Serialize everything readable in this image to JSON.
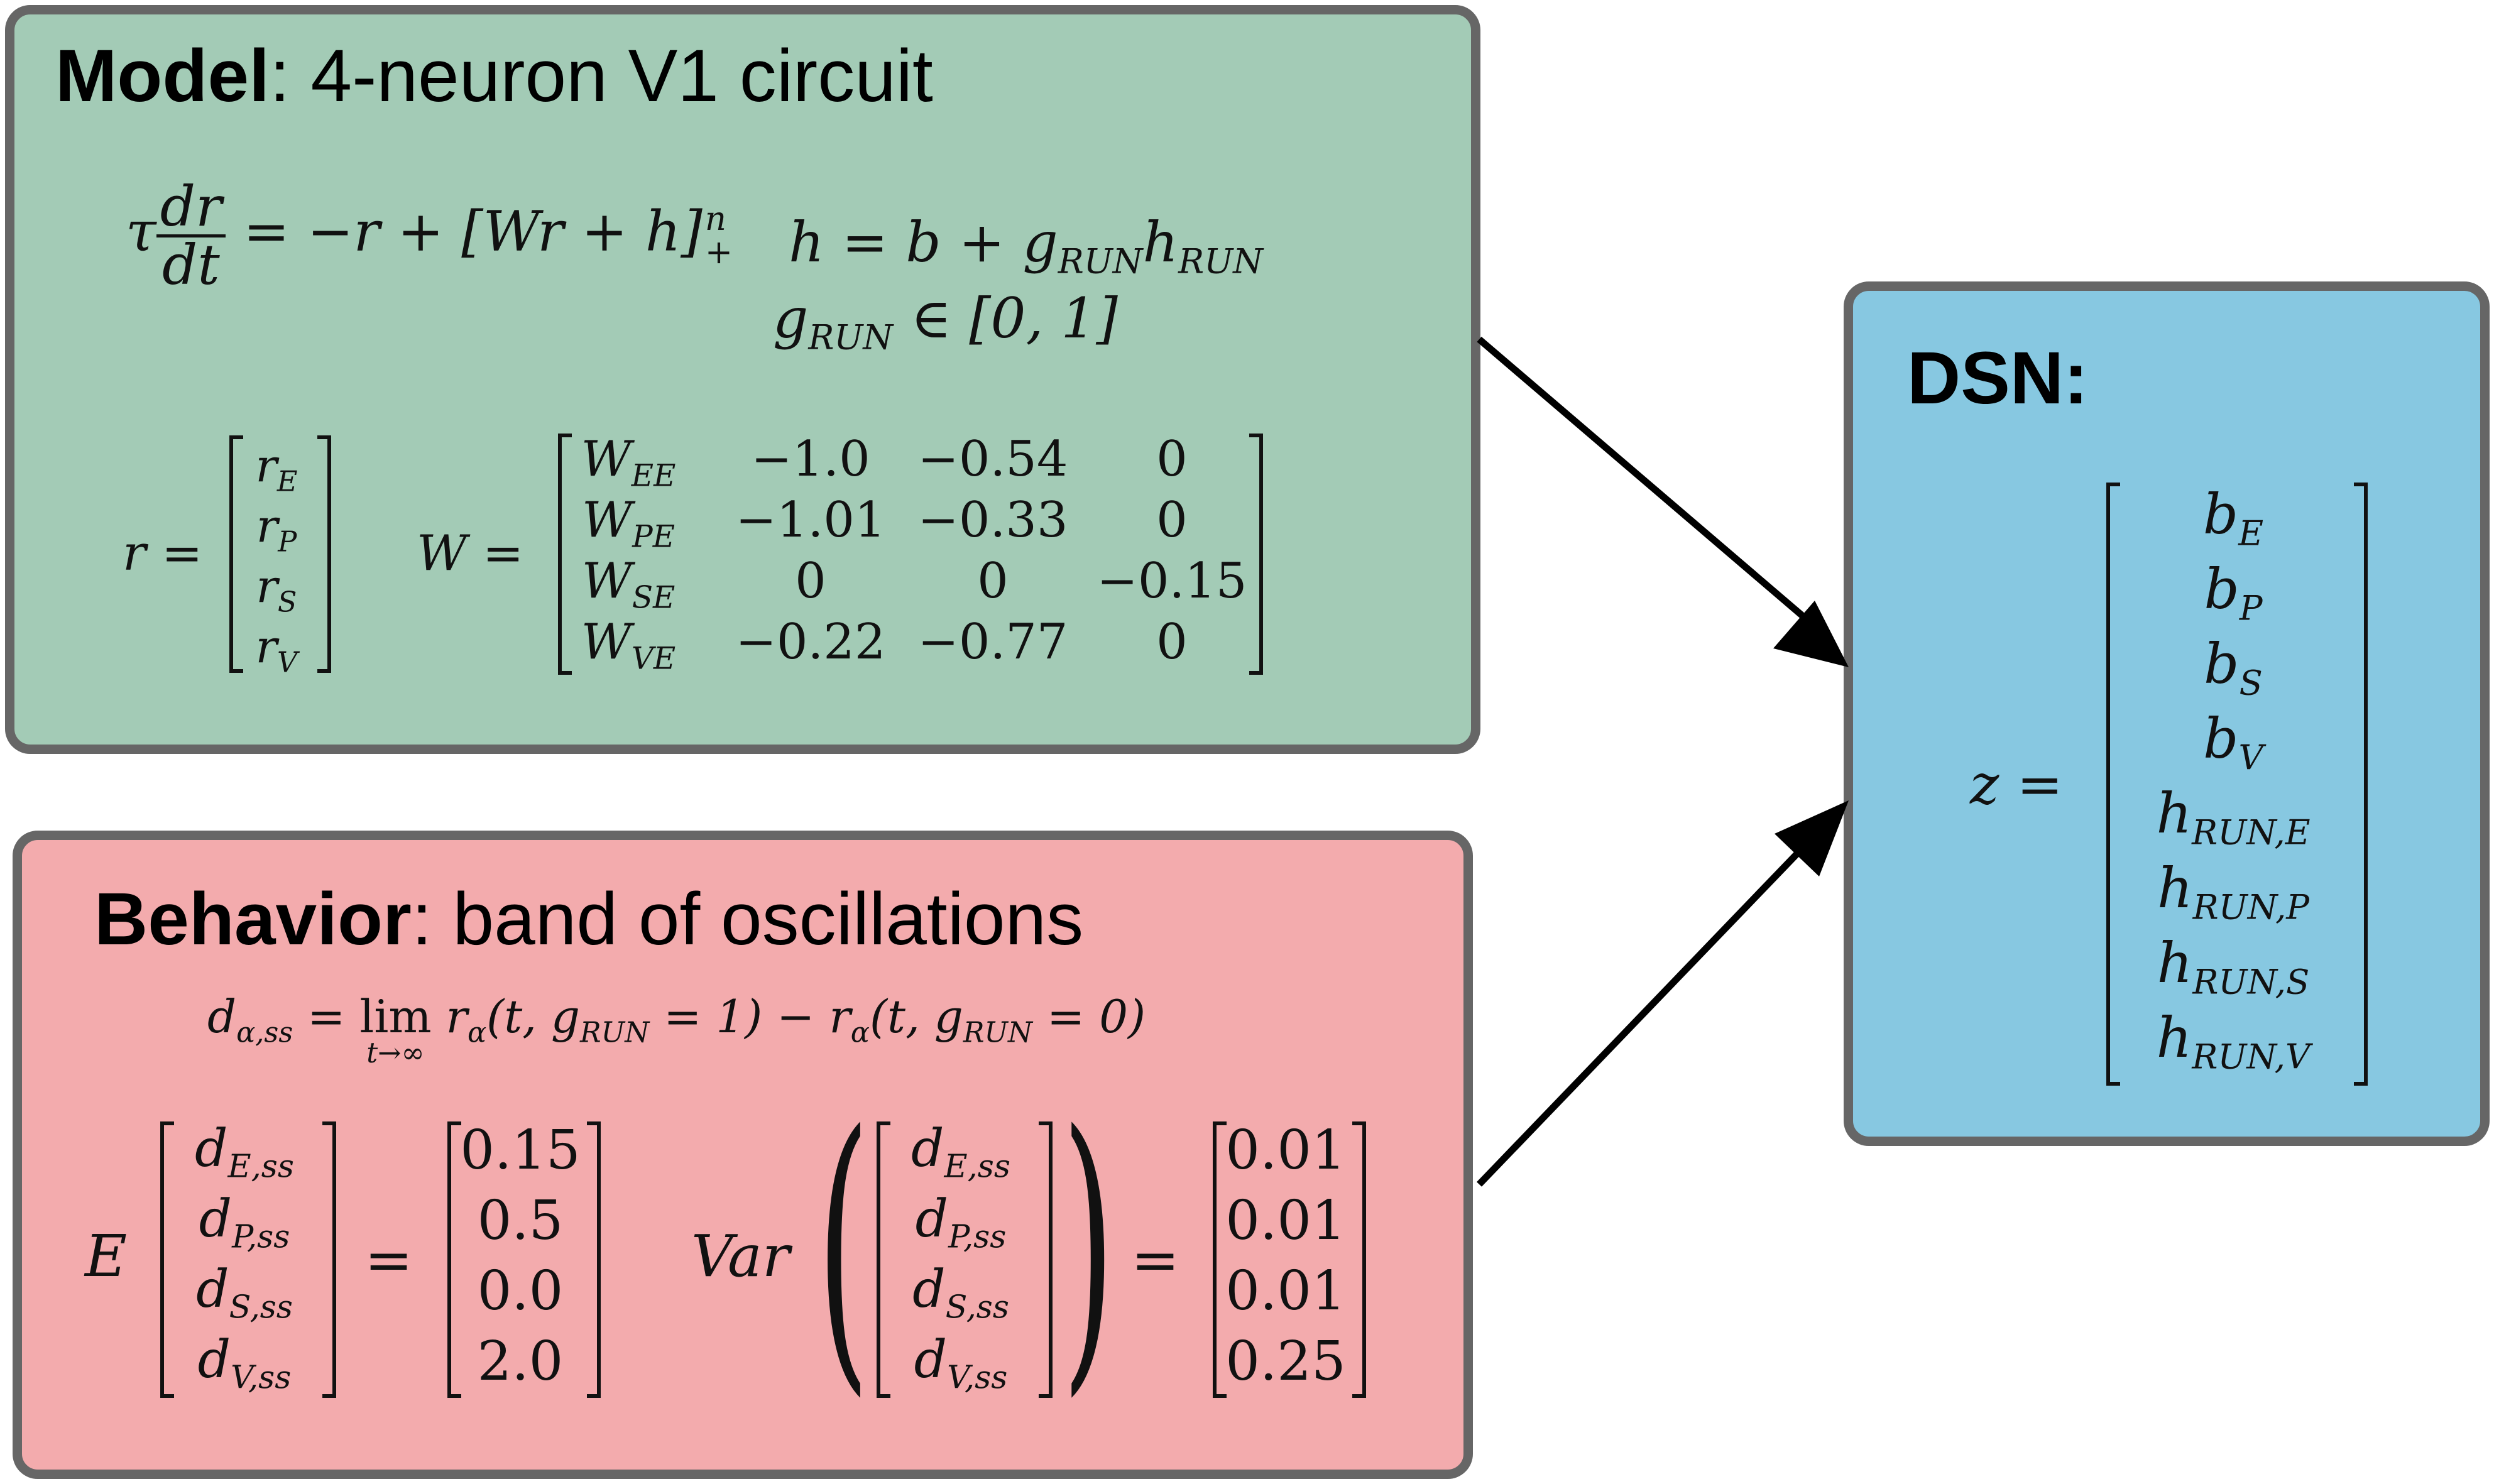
{
  "model": {
    "title_bold": "Model",
    "title_rest": ": 4-neuron V1 circuit",
    "eq_tau": "τ",
    "eq_num": "dr",
    "eq_den": "dt",
    "eq_rhs": "= −r + [Wr + h]",
    "eq_sup": "n",
    "eq_sub": "+",
    "h_eq_lhs": "h = b + g",
    "h_eq_sub1": "RUN",
    "h_eq_mid": "h",
    "h_eq_sub2": "RUN",
    "g_lhs": "g",
    "g_sub": "RUN",
    "g_rhs": "∈ [0, 1]",
    "r_label": "r =",
    "r_vector": [
      "r",
      "r",
      "r",
      "r"
    ],
    "r_vector_subs": [
      "E",
      "P",
      "S",
      "V"
    ],
    "W_label": "W =",
    "W_first_col": [
      "W",
      "W",
      "W",
      "W"
    ],
    "W_first_col_subs": [
      "EE",
      "PE",
      "SE",
      "VE"
    ],
    "W_rows": [
      [
        "−1.0",
        "−0.54",
        "0"
      ],
      [
        "−1.01",
        "−0.33",
        "0"
      ],
      [
        "0",
        "0",
        "−0.15"
      ],
      [
        "−0.22",
        "−0.77",
        "0"
      ]
    ]
  },
  "behavior": {
    "title_bold": "Behavior",
    "title_rest": ": band of oscillations",
    "d_lhs": "d",
    "d_lhs_sub": "α,ss",
    "d_eq": "=",
    "lim": "lim",
    "lim_sub": "t→∞",
    "d_rhs1": "r",
    "d_rhs1_sub": "α",
    "d_rhs1_args": "(t, g",
    "d_rhs1_g_sub": "RUN",
    "d_rhs1_end": "= 1) − r",
    "d_rhs2_sub": "α",
    "d_rhs2_args": "(t, g",
    "d_rhs2_g_sub": "RUN",
    "d_rhs2_end": "= 0)",
    "E_label": "E",
    "Var_label": "Var",
    "equals": "=",
    "d_vector": [
      "d",
      "d",
      "d",
      "d"
    ],
    "d_vector_subs": [
      "E,ss",
      "P,ss",
      "S,ss",
      "V,ss"
    ],
    "mean_values": [
      "0.15",
      "0.5",
      "0.0",
      "2.0"
    ],
    "var_values": [
      "0.01",
      "0.01",
      "0.01",
      "0.25"
    ]
  },
  "dsn": {
    "title": "DSN:",
    "z_label": "z =",
    "z_vector": [
      "b",
      "b",
      "b",
      "b",
      "h",
      "h",
      "h",
      "h"
    ],
    "z_vector_subs": [
      "E",
      "P",
      "S",
      "V",
      "RUN,E",
      "RUN,P",
      "RUN,S",
      "RUN,V"
    ]
  },
  "colors": {
    "model_fill": "#a3cbb6",
    "behavior_fill": "#f3abad",
    "dsn_fill": "#87c8e1",
    "border": "#666666"
  }
}
